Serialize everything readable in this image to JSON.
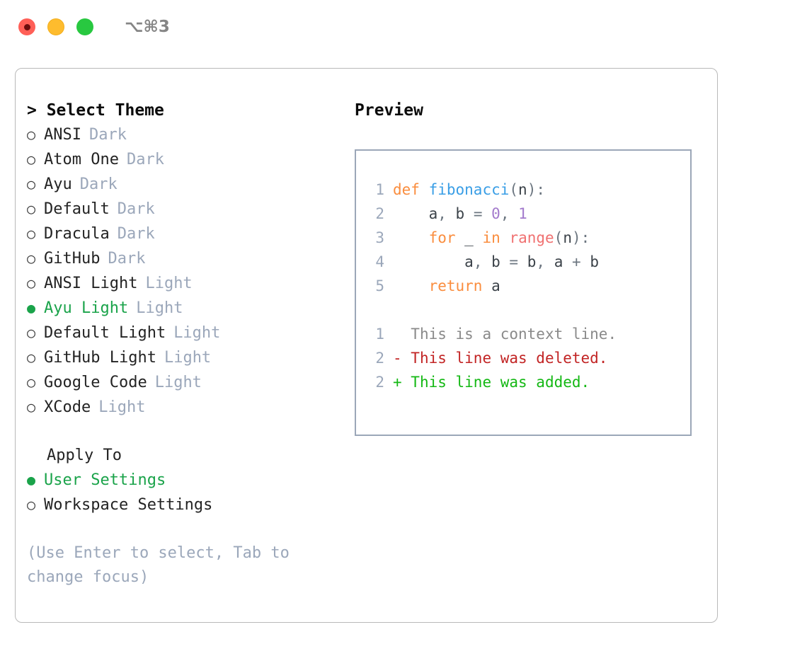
{
  "window": {
    "shortcut": "⌥⌘3",
    "traffic_lights": [
      {
        "name": "close",
        "color": "#ff5f57"
      },
      {
        "name": "minimize",
        "color": "#febc2e"
      },
      {
        "name": "maximize",
        "color": "#28c840"
      }
    ]
  },
  "theme_panel": {
    "heading_caret": "> ",
    "heading": "Select Theme",
    "bullet_unselected": "○",
    "bullet_selected": "●",
    "themes": [
      {
        "name": "ANSI",
        "kind": "Dark",
        "selected": false
      },
      {
        "name": "Atom One",
        "kind": "Dark",
        "selected": false
      },
      {
        "name": "Ayu",
        "kind": "Dark",
        "selected": false
      },
      {
        "name": "Default",
        "kind": "Dark",
        "selected": false
      },
      {
        "name": "Dracula",
        "kind": "Dark",
        "selected": false
      },
      {
        "name": "GitHub",
        "kind": "Dark",
        "selected": false
      },
      {
        "name": "ANSI Light",
        "kind": "Light",
        "selected": false
      },
      {
        "name": "Ayu Light",
        "kind": "Light",
        "selected": true
      },
      {
        "name": "Default Light",
        "kind": "Light",
        "selected": false
      },
      {
        "name": "GitHub Light",
        "kind": "Light",
        "selected": false
      },
      {
        "name": "Google Code",
        "kind": "Light",
        "selected": false
      },
      {
        "name": "XCode",
        "kind": "Light",
        "selected": false
      }
    ]
  },
  "apply_to": {
    "heading": "Apply To",
    "options": [
      {
        "label": "User Settings",
        "selected": true
      },
      {
        "label": "Workspace Settings",
        "selected": false
      }
    ]
  },
  "hint": "(Use Enter to select, Tab to change focus)",
  "preview": {
    "heading": "Preview",
    "code_lines": [
      {
        "lineno": "1",
        "tokens": [
          {
            "t": "def",
            "c": "tok-kw"
          },
          {
            "t": " ",
            "c": "tok-punct"
          },
          {
            "t": "fibonacci",
            "c": "tok-fn"
          },
          {
            "t": "(",
            "c": "tok-punct"
          },
          {
            "t": "n",
            "c": "tok-var"
          },
          {
            "t": "):",
            "c": "tok-punct"
          }
        ]
      },
      {
        "lineno": "2",
        "tokens": [
          {
            "t": "    ",
            "c": "tok-punct"
          },
          {
            "t": "a",
            "c": "tok-var"
          },
          {
            "t": ", ",
            "c": "tok-punct"
          },
          {
            "t": "b",
            "c": "tok-var"
          },
          {
            "t": " ",
            "c": "tok-punct"
          },
          {
            "t": "=",
            "c": "tok-op"
          },
          {
            "t": " ",
            "c": "tok-punct"
          },
          {
            "t": "0",
            "c": "tok-num"
          },
          {
            "t": ", ",
            "c": "tok-punct"
          },
          {
            "t": "1",
            "c": "tok-num"
          }
        ]
      },
      {
        "lineno": "3",
        "tokens": [
          {
            "t": "    ",
            "c": "tok-punct"
          },
          {
            "t": "for",
            "c": "tok-kw"
          },
          {
            "t": " ",
            "c": "tok-punct"
          },
          {
            "t": "_",
            "c": "tok-var"
          },
          {
            "t": " ",
            "c": "tok-punct"
          },
          {
            "t": "in",
            "c": "tok-kw"
          },
          {
            "t": " ",
            "c": "tok-punct"
          },
          {
            "t": "range",
            "c": "tok-builtin"
          },
          {
            "t": "(",
            "c": "tok-punct"
          },
          {
            "t": "n",
            "c": "tok-var"
          },
          {
            "t": "):",
            "c": "tok-punct"
          }
        ]
      },
      {
        "lineno": "4",
        "tokens": [
          {
            "t": "        ",
            "c": "tok-punct"
          },
          {
            "t": "a",
            "c": "tok-var"
          },
          {
            "t": ", ",
            "c": "tok-punct"
          },
          {
            "t": "b",
            "c": "tok-var"
          },
          {
            "t": " ",
            "c": "tok-punct"
          },
          {
            "t": "=",
            "c": "tok-op"
          },
          {
            "t": " ",
            "c": "tok-punct"
          },
          {
            "t": "b",
            "c": "tok-var"
          },
          {
            "t": ", ",
            "c": "tok-punct"
          },
          {
            "t": "a",
            "c": "tok-var"
          },
          {
            "t": " ",
            "c": "tok-punct"
          },
          {
            "t": "+",
            "c": "tok-op"
          },
          {
            "t": " ",
            "c": "tok-punct"
          },
          {
            "t": "b",
            "c": "tok-var"
          }
        ]
      },
      {
        "lineno": "5",
        "tokens": [
          {
            "t": "    ",
            "c": "tok-punct"
          },
          {
            "t": "return",
            "c": "tok-kw"
          },
          {
            "t": " ",
            "c": "tok-punct"
          },
          {
            "t": "a",
            "c": "tok-var"
          }
        ]
      }
    ],
    "diff_lines": [
      {
        "lineno": "1",
        "marker": "  ",
        "text": "This is a context line.",
        "kind": "context"
      },
      {
        "lineno": "2",
        "marker": "- ",
        "text": "This line was deleted.",
        "kind": "removed"
      },
      {
        "lineno": "2",
        "marker": "+ ",
        "text": "This line was added.",
        "kind": "added"
      }
    ]
  },
  "colors": {
    "accent_green": "#1aa34a",
    "muted": "#9ba7ba",
    "keyword": "#fa8d3e",
    "function": "#399ee6",
    "number": "#a37acc",
    "builtin": "#f07171",
    "diff_removed": "#c22424",
    "diff_added": "#14b814",
    "panel_border": "#9ba7b8"
  }
}
